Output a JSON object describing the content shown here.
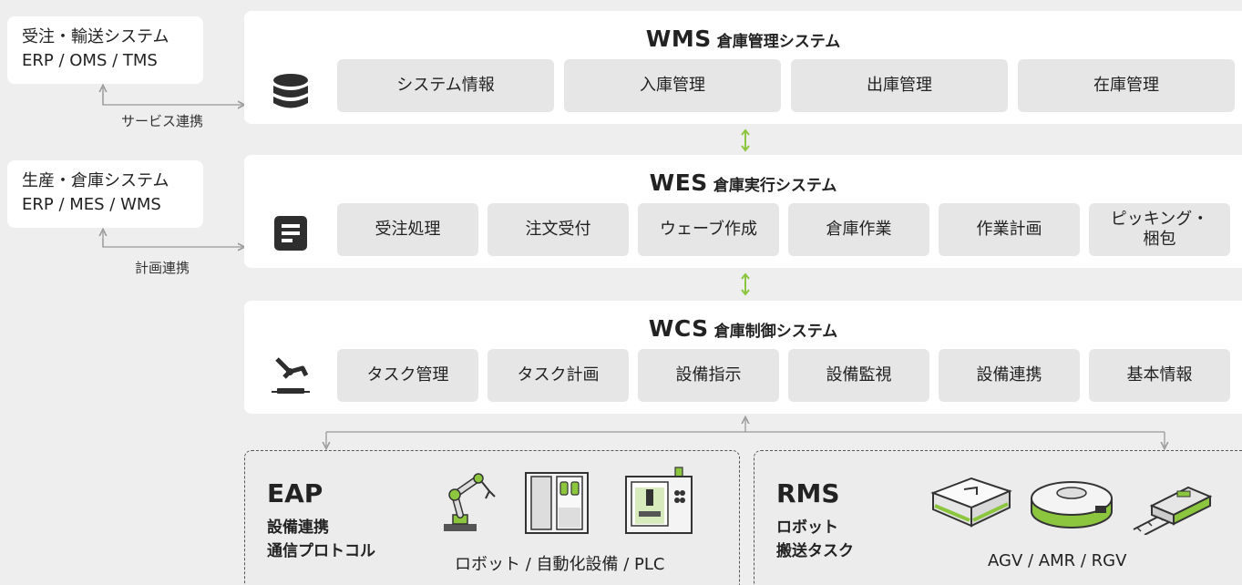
{
  "external": [
    {
      "title": "受注・輸送システム",
      "systems": "ERP / OMS / TMS",
      "link": "サービス連携"
    },
    {
      "title": "生産・倉庫システム",
      "systems": "ERP / MES / WMS",
      "link": "計画連携"
    }
  ],
  "wms": {
    "abbr": "WMS",
    "name": "倉庫管理システム",
    "icon": "database-icon",
    "modules": [
      "システム情報",
      "入庫管理",
      "出庫管理",
      "在庫管理"
    ]
  },
  "wes": {
    "abbr": "WES",
    "name": "倉庫実行システム",
    "icon": "document-icon",
    "modules": [
      "受注処理",
      "注文受付",
      "ウェーブ作成",
      "倉庫作業",
      "作業計画",
      "ピッキング・\n梱包"
    ]
  },
  "wcs": {
    "abbr": "WCS",
    "name": "倉庫制御システム",
    "icon": "robot-arm-icon",
    "modules": [
      "タスク管理",
      "タスク計画",
      "設備指示",
      "設備監視",
      "設備連携",
      "基本情報"
    ]
  },
  "eap": {
    "title": "EAP",
    "subtitle_1": "設備連携",
    "subtitle_2": "通信プロトコル",
    "caption": "ロボット / 自動化設備 / PLC",
    "icons": [
      "robot-arm-icon",
      "control-cabinet-icon",
      "machine-tool-icon"
    ]
  },
  "rms": {
    "title": "RMS",
    "subtitle_1": "ロボット",
    "subtitle_2": "搬送タスク",
    "caption": "AGV / AMR / RGV",
    "icons": [
      "agv-icon",
      "amr-icon",
      "rgv-icon"
    ]
  },
  "colors": {
    "accent": "#8cc63f",
    "panel": "#ffffff",
    "module": "#e6e6e6",
    "background": "#eeeeee"
  }
}
